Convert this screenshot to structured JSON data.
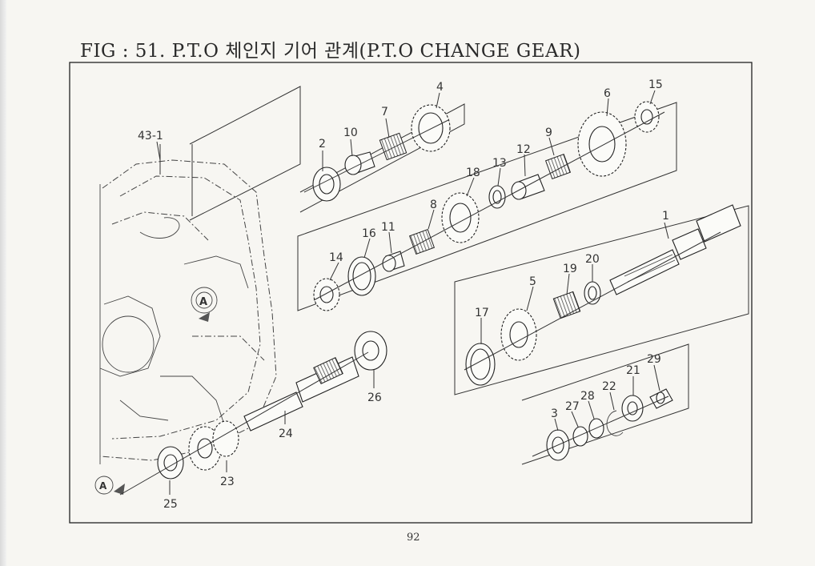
{
  "title": "FIG : 51. P.T.O 체인지 기어 관계(P.T.O CHANGE GEAR)",
  "page_number": "92",
  "callouts": {
    "c1": "1",
    "c2": "2",
    "c3": "3",
    "c4": "4",
    "c5": "5",
    "c6": "6",
    "c7": "7",
    "c8": "8",
    "c9": "9",
    "c10": "10",
    "c11": "11",
    "c12": "12",
    "c13": "13",
    "c14": "14",
    "c15": "15",
    "c16": "16",
    "c17": "17",
    "c18": "18",
    "c19": "19",
    "c20": "20",
    "c21": "21",
    "c22": "22",
    "c23": "23",
    "c24": "24",
    "c25": "25",
    "c26": "26",
    "c27": "27",
    "c28": "28",
    "c29": "29",
    "c43_1": "43-1"
  },
  "view_marker": "A"
}
